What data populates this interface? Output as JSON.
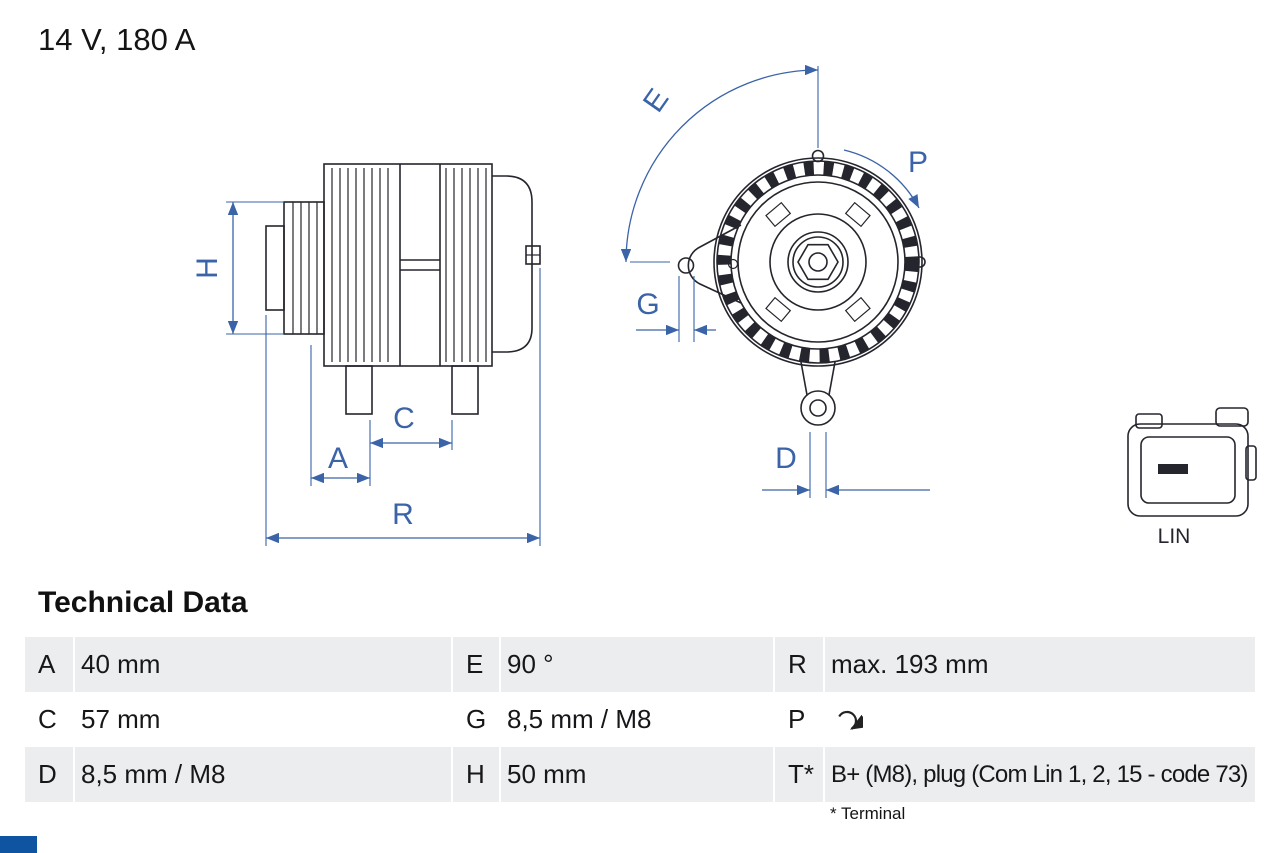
{
  "title": "14 V, 180 A",
  "diagram": {
    "labels": {
      "h": "H",
      "a": "A",
      "c": "C",
      "r": "R",
      "e": "E",
      "p": "P",
      "g": "G",
      "d": "D"
    },
    "connector_label": "LIN"
  },
  "technical_data": {
    "heading": "Technical Data",
    "rows": [
      {
        "cells": [
          {
            "key": "A",
            "value": "40 mm"
          },
          {
            "key": "E",
            "value": "90 °"
          },
          {
            "key": "R",
            "value": "max. 193 mm"
          }
        ]
      },
      {
        "cells": [
          {
            "key": "C",
            "value": "57 mm"
          },
          {
            "key": "G",
            "value": "8,5 mm / M8"
          },
          {
            "key": "P",
            "value": "",
            "icon": "rotation-direction-icon"
          }
        ]
      },
      {
        "cells": [
          {
            "key": "D",
            "value": "8,5 mm / M8"
          },
          {
            "key": "H",
            "value": "50 mm"
          },
          {
            "key": "T*",
            "value": "B+ (M8), plug (Com Lin 1, 2, 15 - code 73)"
          }
        ]
      }
    ],
    "footnote": "* Terminal"
  },
  "colors": {
    "dimension_blue": "#3a63a8",
    "line_dark": "#25252d",
    "row_shade": "#ebedee",
    "brand_blue": "#0f54a0"
  }
}
